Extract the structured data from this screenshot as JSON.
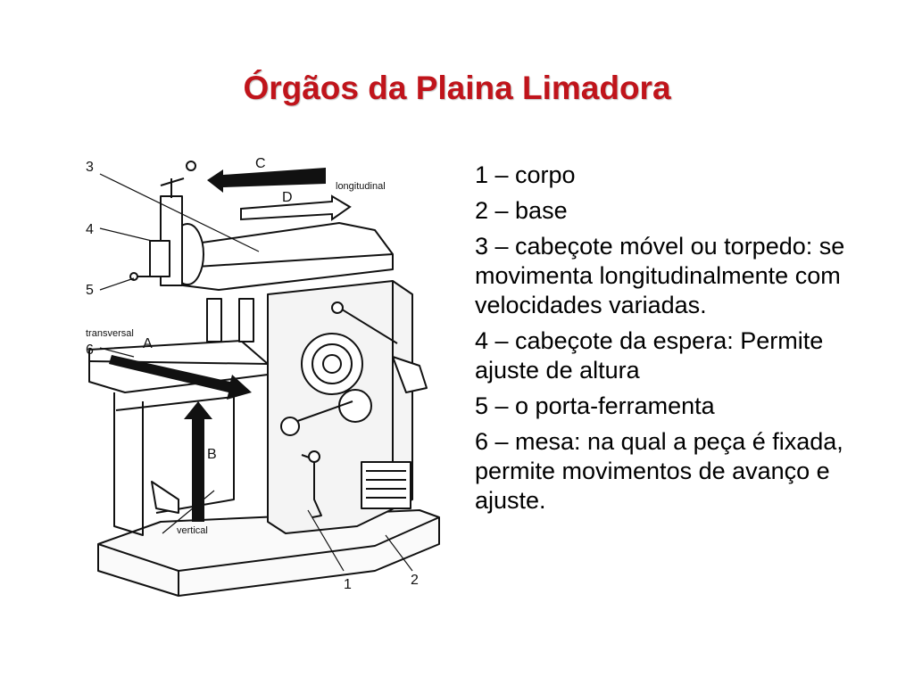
{
  "slide": {
    "title": "Órgãos da Plaina Limadora",
    "title_color": "#c0141b"
  },
  "diagram": {
    "labels": {
      "n1": "1",
      "n2": "2",
      "n3": "3",
      "n4": "4",
      "n5": "5",
      "n6": "6",
      "arrow_c": "C",
      "arrow_d": "D",
      "arrow_a": "A",
      "arrow_b": "B",
      "longitudinal": "longitudinal",
      "transversal": "transversal",
      "vertical": "vertical"
    }
  },
  "legend": {
    "items": [
      "1 – corpo",
      "2 – base",
      "3 – cabeçote móvel ou torpedo: se movimenta longitudinalmente com velocidades variadas.",
      "4 – cabeçote da espera: Permite ajuste de altura",
      "5 – o porta-ferramenta",
      "6 – mesa: na qual a peça é fixada, permite movimentos de avanço e ajuste."
    ]
  }
}
